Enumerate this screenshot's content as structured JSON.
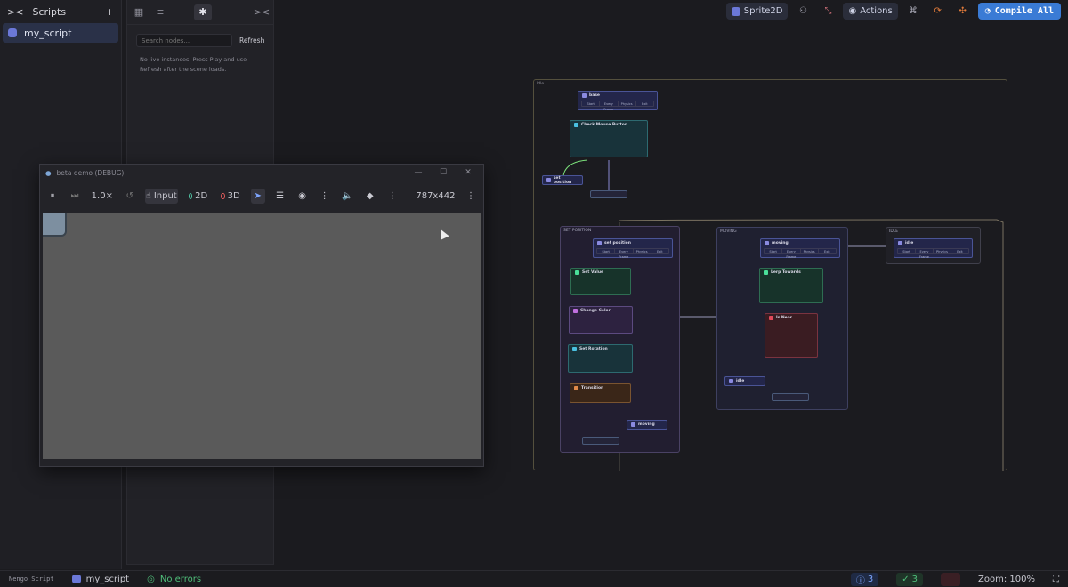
{
  "scripts_panel": {
    "title": "Scripts",
    "items": [
      {
        "label": "my_script"
      }
    ]
  },
  "inspector": {
    "search_placeholder": "Search nodes...",
    "refresh_label": "Refresh",
    "empty_message": "No live instances. Press Play and use Refresh after the scene loads."
  },
  "toolbar": {
    "target_label": "Sprite2D",
    "actions_label": "Actions",
    "compile_label": "Compile All",
    "accent": "#3a7bd5"
  },
  "debug_window": {
    "title": "beta demo (DEBUG)",
    "speed": "1.0×",
    "input_label": "Input",
    "mode_2d": "2D",
    "mode_3d": "3D",
    "resolution": "787x442"
  },
  "graph": {
    "root_label": "Idle",
    "states": {
      "set_position": "SET POSITION",
      "moving": "MOVING",
      "idle": "IDLE"
    },
    "nodes": {
      "base": "base",
      "check_mouse": "Check Mouse Button",
      "set_position": "set position",
      "set_position_2": "set position",
      "set_value": "Set Value",
      "change_color": "Change Color",
      "set_rotation": "Set Rotation",
      "transition": "Transition",
      "moving_ref": "moving",
      "moving": "moving",
      "lerp_towards": "Lerp Towards",
      "is_near": "Is Near",
      "idle_ref": "idle",
      "idle": "idle"
    },
    "event_tabs": [
      "Start",
      "Every Frame",
      "Physics",
      "Exit"
    ]
  },
  "statusbar": {
    "brand": "Nengo Script",
    "script": "my_script",
    "errors": "No errors",
    "info_count": "3",
    "ok_count": "3",
    "zoom": "Zoom: 100%"
  }
}
